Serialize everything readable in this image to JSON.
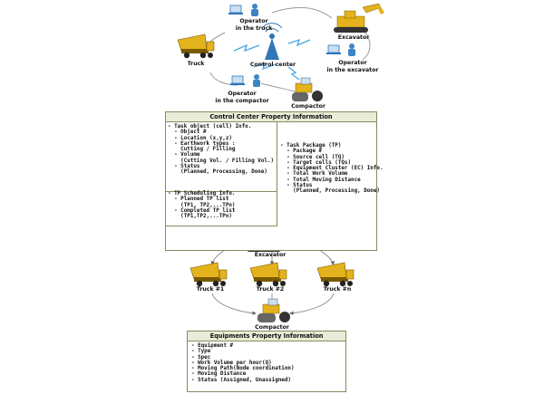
{
  "top_diagram": {
    "operator_truck": [
      "Operator",
      "in the truck"
    ],
    "excavator": "Excavator",
    "truck": "Truck",
    "control_center": "Control center",
    "operator_excavator": [
      "Operator",
      "in the excavator"
    ],
    "operator_compactor": [
      "Operator",
      "in the compactor"
    ],
    "compactor": "Compactor"
  },
  "control_box": {
    "title": "Control Center Property Information",
    "task_object": [
      "- Task object (cell) Info.",
      "  - Object #",
      "  - Location (x,y,z)",
      "  - Earthwork types :",
      "    Cutting / Filling",
      "  - Volume",
      "    (Cutting Vol. / Filling Vol.)",
      "  - Status",
      "    (Planned, Processing, Done)"
    ],
    "tp_scheduling": [
      "- TP Scheduling Info.",
      "  - Planned TP list",
      "    (TP1, TP2,...TPn)",
      "  - Completed TP list",
      "    (TP1,TP2,...TPn)"
    ],
    "task_package": [
      "- Task Package (TP)",
      "  - Package #",
      "  - Source cell (TQ)",
      "  - Target cells (TQs)",
      "  - Equipment Cluster (EC) Info.",
      "  - Total Work Volume",
      "  - Total Moving Distance",
      "  - Status",
      "    (Planned, Processing, Done)"
    ]
  },
  "cluster": {
    "excavator": "Excavator",
    "truck1": "Truck #1",
    "truck2": "Truck #2",
    "truckn": "Truck #n",
    "compactor": "Compactor"
  },
  "equip_box": {
    "title": "Equipments Property Information",
    "items": [
      "- Equipment #",
      "- Type",
      "- Spec",
      "- Work Volume per hour(Q)",
      "- Moving Path(Node coordination)",
      "- Moving Distance",
      "- Status (Assigned, Unassigned)"
    ]
  },
  "colors": {
    "truck_yellow": "#e3b21c",
    "box_header": "#e9ecd6",
    "box_border": "#8a8a60"
  }
}
